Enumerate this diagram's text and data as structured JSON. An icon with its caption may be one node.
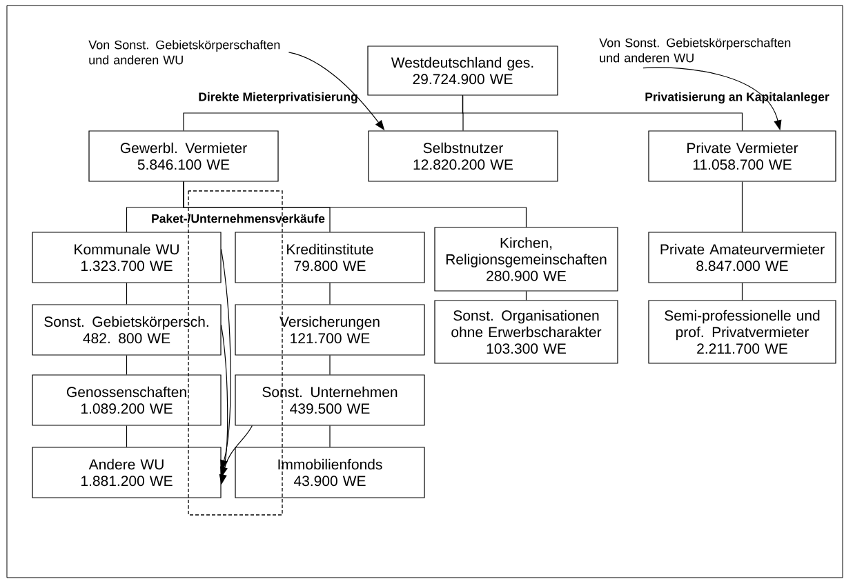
{
  "diagram": {
    "nodes": [
      {
        "text": [
          "Westdeutschland ges.",
          "29.724.900 WE"
        ]
      },
      {
        "text": [
          "Gewerbl. Vermieter",
          "5.846.100 WE"
        ]
      },
      {
        "text": [
          "Selbstnutzer",
          "12.820.200 WE"
        ]
      },
      {
        "text": [
          "Private Vermieter",
          "11.058.700 WE"
        ]
      },
      {
        "text": [
          "Kommunale WU",
          "1.323.700 WE"
        ]
      },
      {
        "text": [
          "Kreditinstitute",
          "79.800 WE"
        ]
      },
      {
        "text": [
          "Kirchen, Religionsgemeinschaften",
          "280.900 WE"
        ]
      },
      {
        "text": [
          "Private Amateurvermieter",
          "8.847.000 WE"
        ]
      },
      {
        "text": [
          "Sonst. Gebietskörpersch.",
          "482. 800 WE"
        ]
      },
      {
        "text": [
          "Versicherungen",
          "121.700 WE"
        ]
      },
      {
        "text": [
          "Sonst. Organisationen ohne Erwerbscharakter",
          "103.300 WE"
        ]
      },
      {
        "text": [
          "Semi-professionelle und prof. Privatvermieter",
          "2.211.700 WE"
        ]
      },
      {
        "text": [
          "Genossenschaften",
          "1.089.200 WE"
        ]
      },
      {
        "text": [
          "Sonst. Unternehmen",
          "439.500 WE"
        ]
      },
      {
        "text": [
          "Andere WU",
          "1.881.200 WE"
        ]
      },
      {
        "text": [
          "Immobilienfonds",
          "43.900 WE"
        ]
      },
      {
        "text": [
          "Von Sonst. Gebietskörperschaften und anderen WU"
        ]
      },
      {
        "text": [
          "Von Sonst. Gebietskörperschaften und anderen WU"
        ]
      }
    ],
    "edges": [
      {
        "from": 0,
        "to": 1,
        "arrow": "none"
      },
      {
        "from": 0,
        "to": 2,
        "arrow": "none"
      },
      {
        "from": 0,
        "to": 3,
        "arrow": "none"
      },
      {
        "from": 1,
        "to": 4,
        "arrow": "none"
      },
      {
        "from": 1,
        "to": 5,
        "arrow": "none"
      },
      {
        "from": 1,
        "to": 6,
        "arrow": "none"
      },
      {
        "from": 4,
        "to": 8,
        "arrow": "none"
      },
      {
        "from": 8,
        "to": 12,
        "arrow": "none"
      },
      {
        "from": 12,
        "to": 14,
        "arrow": "none"
      },
      {
        "from": 5,
        "to": 9,
        "arrow": "none"
      },
      {
        "from": 9,
        "to": 13,
        "arrow": "none"
      },
      {
        "from": 13,
        "to": 15,
        "arrow": "none"
      },
      {
        "from": 6,
        "to": 10,
        "arrow": "none"
      },
      {
        "from": 3,
        "to": 7,
        "arrow": "none"
      },
      {
        "from": 7,
        "to": 11,
        "arrow": "none"
      },
      {
        "from": 16,
        "to": 2,
        "arrow": "to"
      },
      {
        "from": 17,
        "to": 3,
        "arrow": "to"
      },
      {
        "from": 4,
        "to": 14,
        "arrow": "to"
      },
      {
        "from": 8,
        "to": 14,
        "arrow": "to"
      },
      {
        "from": 13,
        "to": 14,
        "arrow": "to"
      }
    ],
    "labels": [
      "Direkte Mieterprivatisierung",
      "Privatisierung an Kapitalanleger",
      "Paket-/Unternehmensverkäufe"
    ]
  }
}
